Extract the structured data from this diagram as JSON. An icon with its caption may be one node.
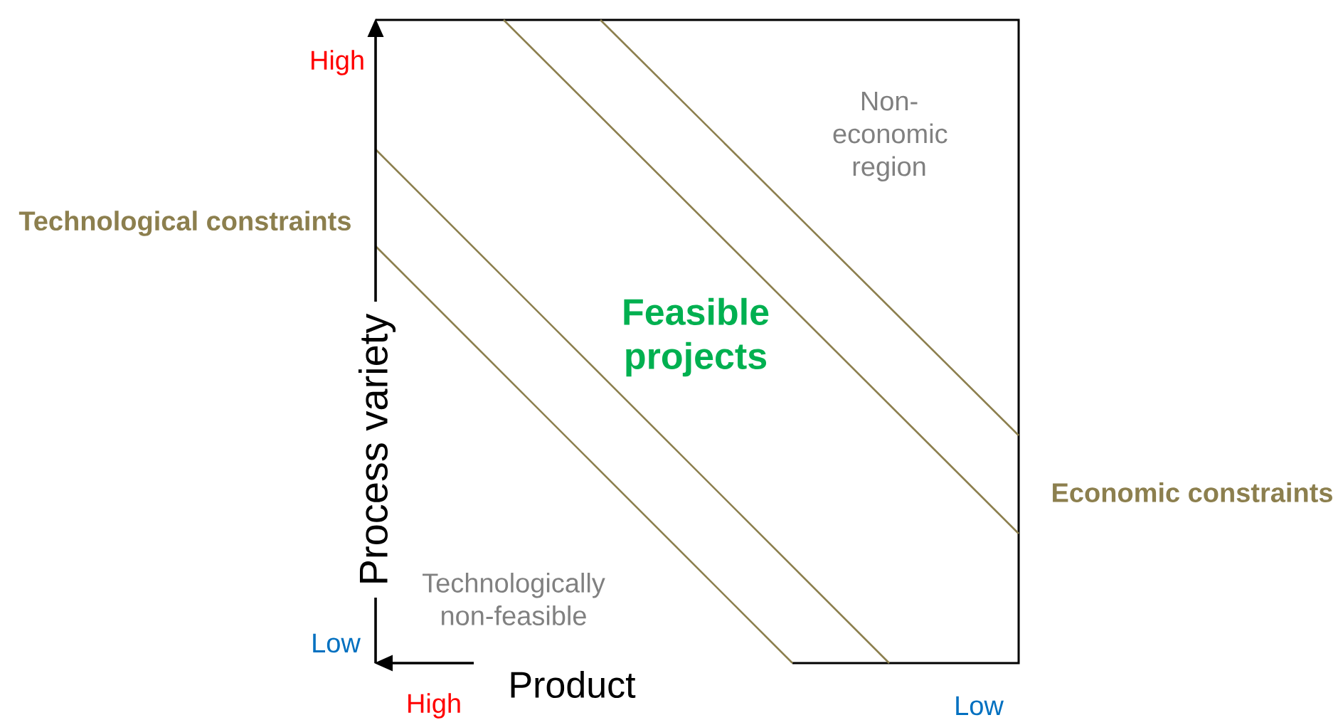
{
  "diagram": {
    "labels": [
      "High",
      "Technological constraints",
      "Non-economic region",
      "Feasible projects",
      "Process variety",
      "Economic constraints",
      "Technologically non-feasible",
      "Low",
      "Product",
      "High",
      "Low"
    ]
  }
}
